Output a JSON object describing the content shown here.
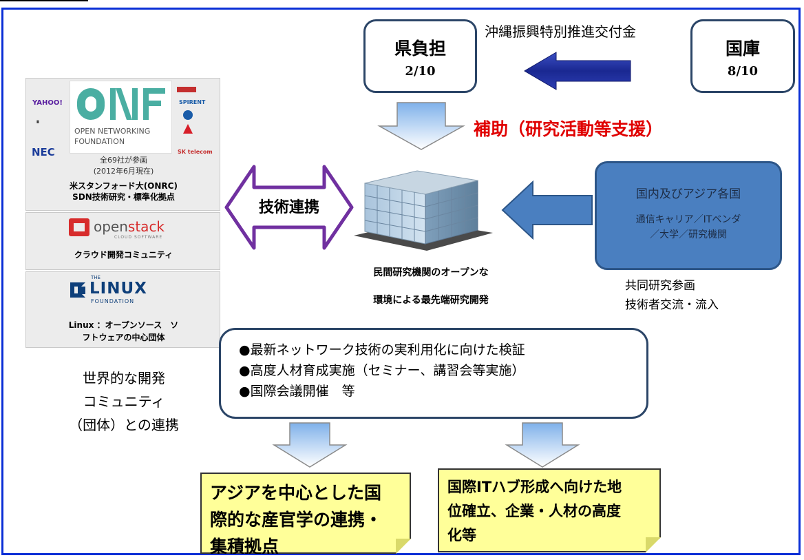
{
  "funding": {
    "prefecture": {
      "title": "県負担",
      "ratio": "2/10"
    },
    "national": {
      "title": "国庫",
      "ratio": "8/10"
    },
    "grant_label": "沖縄振興特別推進交付金",
    "subsidy_label": "補助（研究活動等支援）"
  },
  "left_panels": {
    "onf": {
      "logo_line1": "OPEN NETWORKING",
      "logo_line2": "FOUNDATION",
      "members": "全69社が参画",
      "as_of": "(2012年6月現在)",
      "caption_line1": "米スタンフォード大(ONRC)",
      "caption_line2": "SDN技術研究・標準化拠点"
    },
    "openstack": {
      "logo_a": "open",
      "logo_b": "stack",
      "tagline": "CLOUD SOFTWARE",
      "caption": "クラウド開発コミュニティ"
    },
    "linux": {
      "logo_the": "THE",
      "logo_name": "LINUX",
      "logo_foundation": "FOUNDATION",
      "caption_line1": "Linux ：オープンソース　ソ",
      "caption_line2": "フトウェアの中心団体"
    }
  },
  "left_caption": [
    "世界的な開発",
    "コミュニティ",
    "（団体）との連携"
  ],
  "tech_link_label": "技術連携",
  "center": {
    "line1": "民間研究機関のオープンな",
    "line2": "環境による最先端研究開発"
  },
  "partners": {
    "title": "国内及びアジア各国",
    "line1": "通信キャリア／ITベンダ",
    "line2": "／大学／研究機関",
    "caption1": "共同研究参画",
    "caption2": "技術者交流・流入"
  },
  "activities": [
    "●最新ネットワーク技術の実利用化に向けた検証",
    "●高度人材育成実施（セミナー、講習会等実施）",
    "●国際会議開催　等"
  ],
  "outcomes": {
    "left": [
      "アジアを中心とした国",
      "際的な産官学の連携・",
      "集積拠点"
    ],
    "right": [
      "国際ITハブ形成へ向けた地",
      "位確立、企業・人材の高度",
      "化等"
    ]
  },
  "colors": {
    "frame": "#0a2fd6",
    "subsidy_text": "#e00000",
    "funding_arrow": "#1c2da3",
    "partner_box": "#4a7fc0",
    "tech_link_arrow": "#7030a0",
    "note_fill": "#ffff99"
  }
}
